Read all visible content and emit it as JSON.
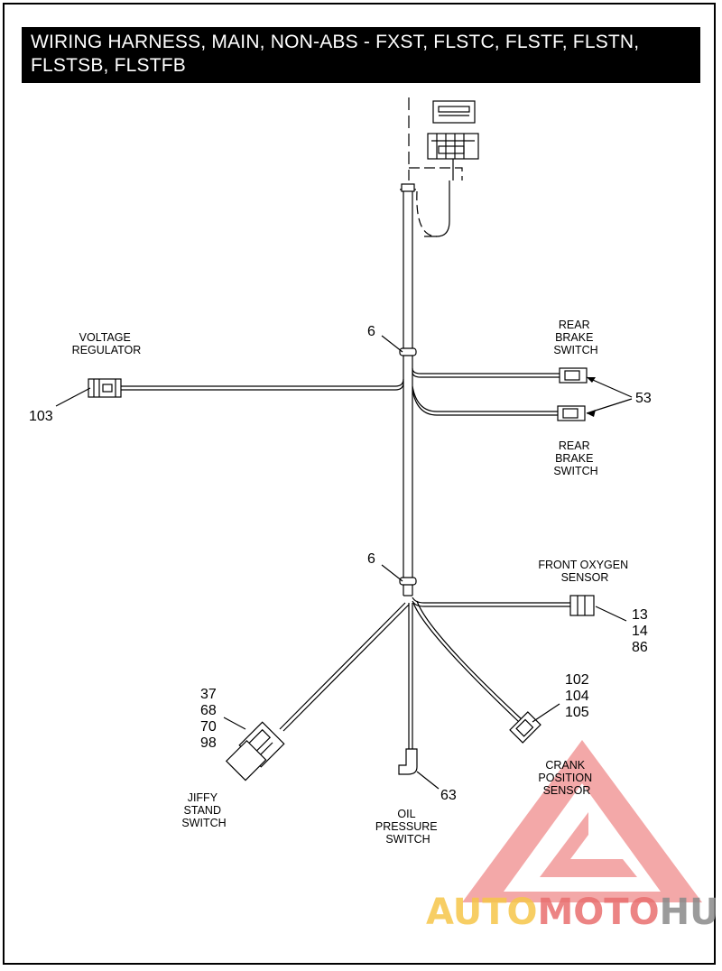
{
  "title": "WIRING HARNESS, MAIN, NON-ABS - FXST, FLSTC, FLSTF, FLSTN, FLSTSB, FLSTFB",
  "labels": {
    "voltage_regulator": [
      "VOLTAGE",
      "REGULATOR"
    ],
    "rear_brake_switch_top": [
      "REAR",
      "BRAKE",
      "SWITCH"
    ],
    "rear_brake_switch_bottom": [
      "REAR",
      "BRAKE",
      "SWITCH"
    ],
    "front_oxygen_sensor": [
      "FRONT OXYGEN",
      "SENSOR"
    ],
    "crank_position_sensor": [
      "CRANK",
      "POSITION",
      "SENSOR"
    ],
    "jiffy_stand_switch": [
      "JIFFY",
      "STAND",
      "SWITCH"
    ],
    "oil_pressure_switch": [
      "OIL",
      "PRESSURE",
      "SWITCH"
    ]
  },
  "callouts": {
    "clip_upper": "6",
    "clip_lower": "6",
    "voltage_regulator": "103",
    "rear_brake": "53",
    "front_oxygen": [
      "13",
      "14",
      "86"
    ],
    "crank_position": [
      "102",
      "104",
      "105"
    ],
    "jiffy_stand": [
      "37",
      "68",
      "70",
      "98"
    ],
    "oil_pressure": "63"
  },
  "watermark": {
    "part1": "AUTO",
    "part2": "MOTO",
    "part3": "HUB",
    "colors": {
      "red": "#e96f6f",
      "yellow": "#f6c64a",
      "gray": "#8a8a8a"
    }
  }
}
